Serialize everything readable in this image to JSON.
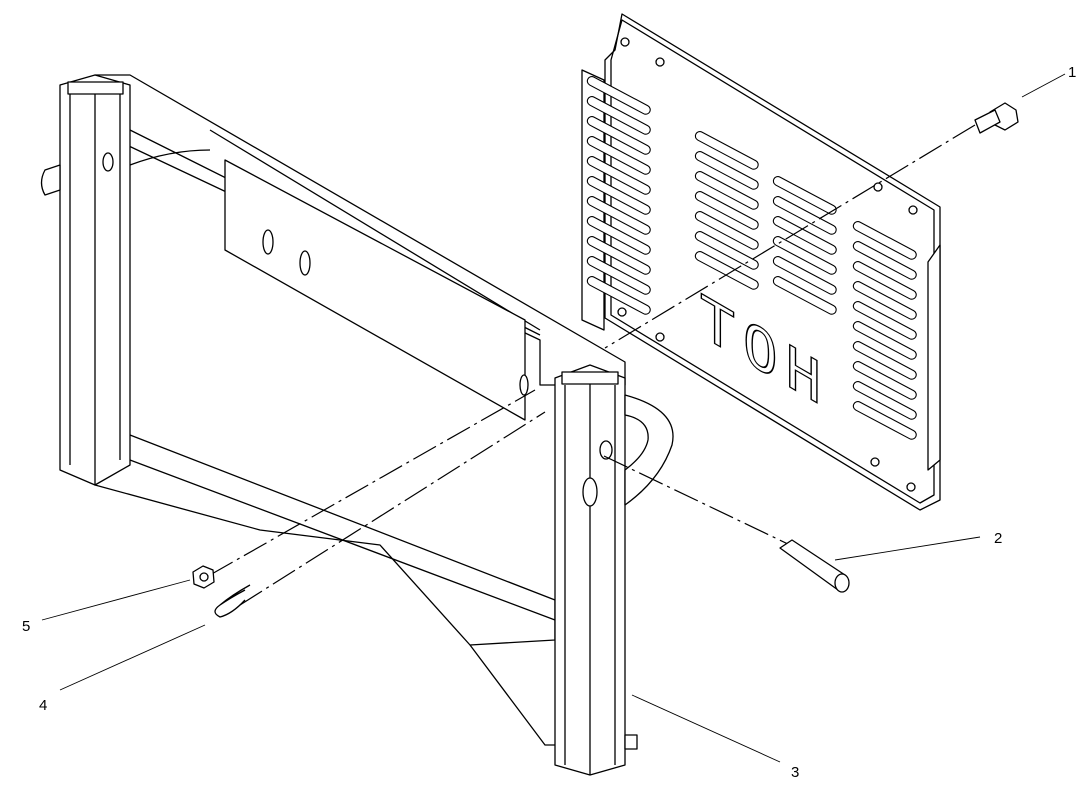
{
  "diagram": {
    "plate_logo_text": "TOH",
    "callouts": [
      {
        "id": "1",
        "label": "1"
      },
      {
        "id": "2",
        "label": "2"
      },
      {
        "id": "3",
        "label": "3"
      },
      {
        "id": "4",
        "label": "4"
      },
      {
        "id": "5",
        "label": "5"
      }
    ]
  }
}
